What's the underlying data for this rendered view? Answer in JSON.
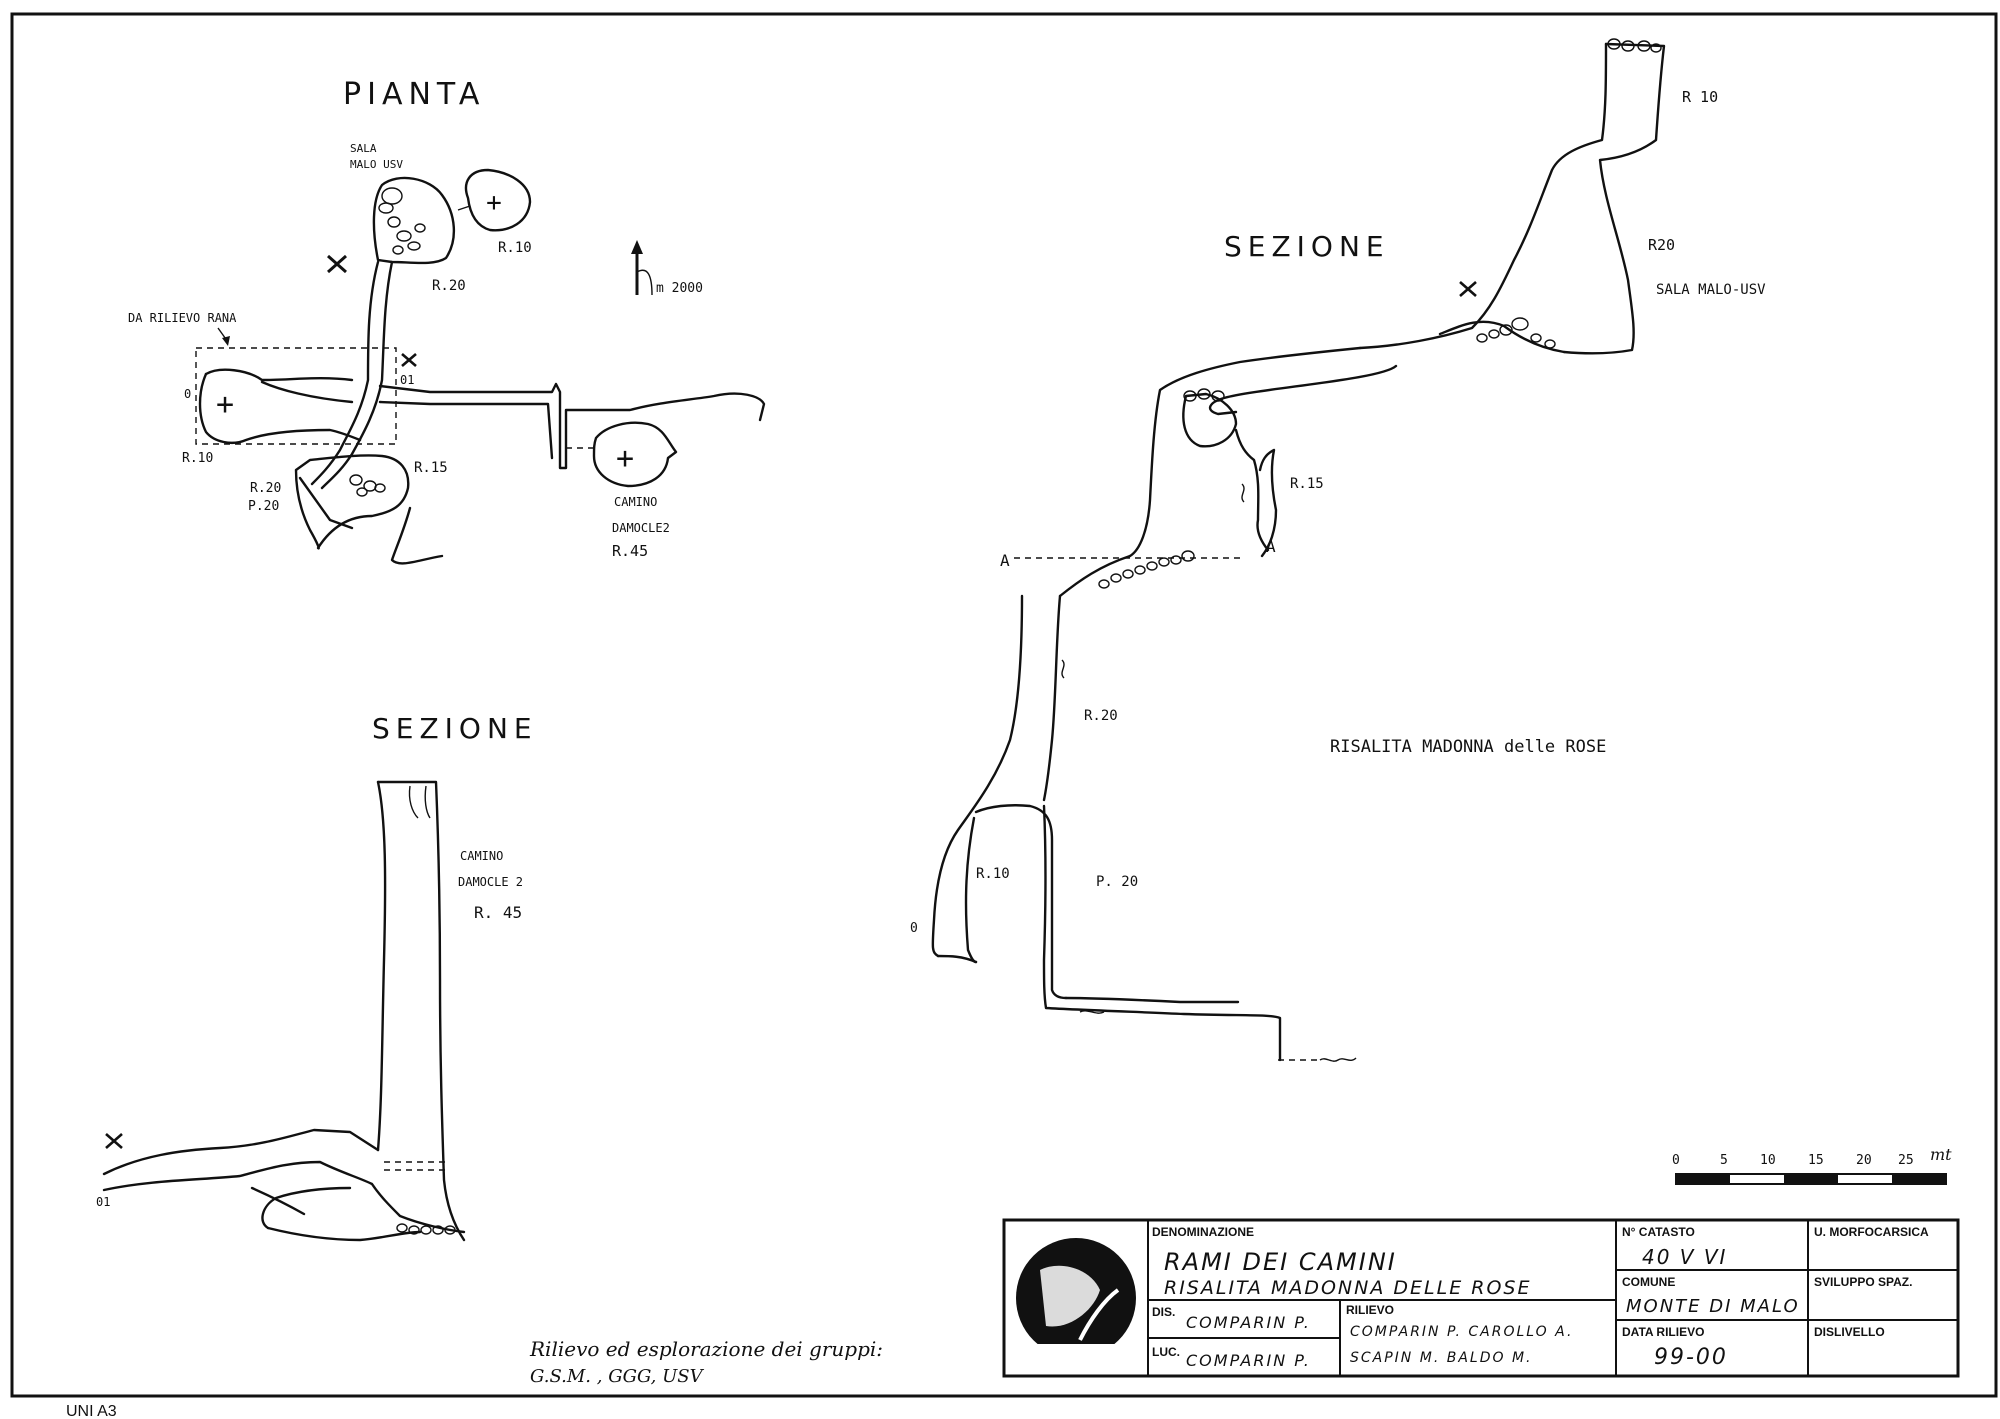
{
  "pianta": {
    "title": "PIANTA",
    "labels": {
      "sala_line1": "SALA",
      "sala_line2": "MALO USV",
      "r10_top": "R.10",
      "r20_top": "R.20",
      "da_rilievo": "DA RILIEVO RANA",
      "zero": "0",
      "zero_one": "01",
      "r10_left": "R.10",
      "r20_low": "R.20",
      "p20_low": "P.20",
      "r15": "R.15",
      "camino_line1": "CAMINO",
      "camino_line2": "DAMOCLE2",
      "r45": "R.45",
      "north_label": "m 2000"
    }
  },
  "sezione_left": {
    "title": "SEZIONE",
    "labels": {
      "camino_line1": "CAMINO",
      "camino_line2": "DAMOCLE 2",
      "r45": "R. 45",
      "zero_one": "01"
    }
  },
  "sezione_right": {
    "title": "SEZIONE",
    "labels": {
      "r10_top": "R 10",
      "r20_top": "R20",
      "sala": "SALA MALO-USV",
      "r15": "R.15",
      "a_left": "A",
      "a_right": "A",
      "r20_mid": "R.20",
      "r10_low": "R.10",
      "p20_low": "P. 20",
      "zero": "0",
      "risalita": "RISALITA MADONNA delle ROSE"
    }
  },
  "scale_bar": {
    "ticks": [
      "0",
      "5",
      "10",
      "15",
      "20",
      "25"
    ],
    "unit": "mt"
  },
  "credits": {
    "line1": "Rilievo ed esplorazione dei gruppi:",
    "line2": "G.S.M. , GGG, USV"
  },
  "title_block": {
    "denominazione_label": "DENOMINAZIONE",
    "denominazione_line1": "RAMI DEI CAMINI",
    "denominazione_line2": "RISALITA MADONNA DELLE ROSE",
    "dis_label": "DIS.",
    "dis_value": "COMPARIN P.",
    "luc_label": "LUC.",
    "luc_value": "COMPARIN P.",
    "rilievo_label": "RILIEVO",
    "rilievo_line1": "COMPARIN P. CAROLLO A.",
    "rilievo_line2": "SCAPIN M. BALDO M.",
    "catasto_label": "N° CATASTO",
    "catasto_value": "40 V VI",
    "comune_label": "COMUNE",
    "comune_value": "MONTE DI MALO",
    "data_label": "DATA RILIEVO",
    "data_value": "99-00",
    "morfo_label": "U. MORFOCARSICA",
    "sviluppo_label": "SVILUPPO SPAZ.",
    "dislivello_label": "DISLIVELLO"
  },
  "footer": {
    "paper_size": "UNI A3"
  }
}
